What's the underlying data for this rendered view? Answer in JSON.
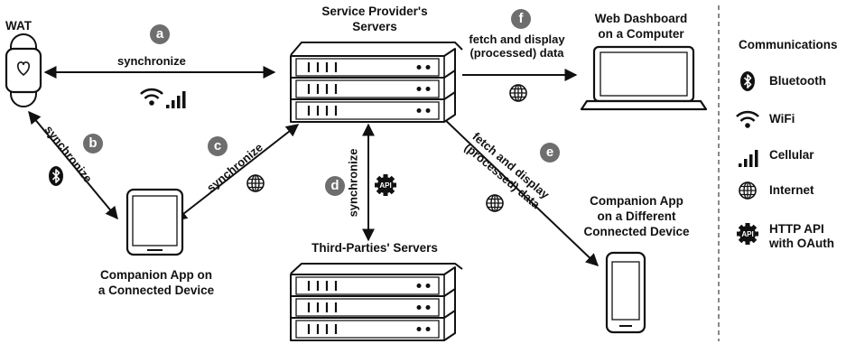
{
  "nodes": {
    "wat": "WAT",
    "servers": [
      "Service Provider's",
      "Servers"
    ],
    "dashboard": [
      "Web Dashboard",
      "on a Computer"
    ],
    "companion": [
      "Companion App on",
      "a Connected Device"
    ],
    "different": [
      "Companion App",
      "on a Different",
      "Connected Device"
    ],
    "third_party": "Third-Parties' Servers"
  },
  "edges": {
    "a": {
      "badge": "a",
      "label": "synchronize"
    },
    "b": {
      "badge": "b",
      "label": "synchronize"
    },
    "c": {
      "badge": "c",
      "label": "synchronize"
    },
    "d": {
      "badge": "d",
      "label": "synchronize"
    },
    "e": {
      "badge": "e",
      "label": [
        "fetch and display",
        "(processed) data"
      ]
    },
    "f": {
      "badge": "f",
      "label": [
        "fetch and display",
        "(processed) data"
      ]
    }
  },
  "legend": {
    "title": "Communications",
    "items": [
      {
        "icon": "bluetooth-icon",
        "label": "Bluetooth"
      },
      {
        "icon": "wifi-icon",
        "label": "WiFi"
      },
      {
        "icon": "cellular-icon",
        "label": "Cellular"
      },
      {
        "icon": "internet-icon",
        "label": "Internet"
      },
      {
        "icon": "api-icon",
        "label": [
          "HTTP API",
          "with OAuth"
        ]
      }
    ]
  },
  "colors": {
    "badge": "#6e6e6e",
    "ink": "#111111"
  }
}
